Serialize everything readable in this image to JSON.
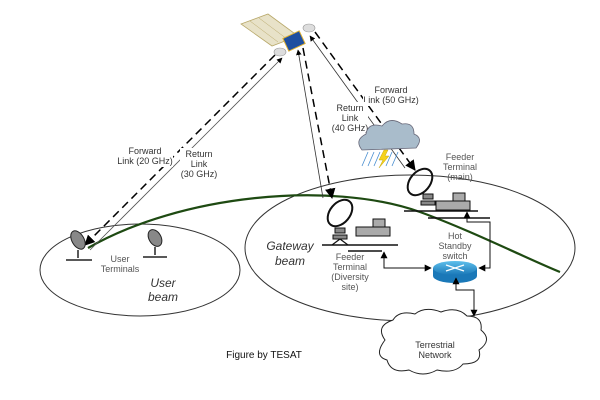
{
  "diagram": {
    "caption": "Figure by TESAT",
    "links": {
      "user_forward": [
        "Forward",
        "Link (20 GHz)"
      ],
      "user_return": [
        "Return",
        "Link",
        "(30 GHz)"
      ],
      "feeder_forward": [
        "Forward",
        "Link (50 GHz)"
      ],
      "feeder_return": [
        "Return",
        "Link",
        "(40 GHz)"
      ]
    },
    "user_beam": {
      "terminals_label": [
        "User",
        "Terminals"
      ],
      "beam_label": [
        "User",
        "beam"
      ]
    },
    "gateway_beam": {
      "beam_label": [
        "Gateway",
        "beam"
      ],
      "diversity_terminal": [
        "Feeder",
        "Terminal",
        "(Diversity",
        "site)"
      ],
      "main_terminal": [
        "Feeder",
        "Terminal",
        "(main)"
      ],
      "switch": [
        "Hot",
        "Standby",
        "switch"
      ]
    },
    "terrestrial_network": [
      "Terrestrial",
      "Network"
    ],
    "colors": {
      "ground_track": "#1e4a12",
      "router": "#2f9bd6",
      "cloud": "#a9bccb",
      "lightning": "#f5d21a",
      "rain": "#4a8fd0"
    }
  }
}
